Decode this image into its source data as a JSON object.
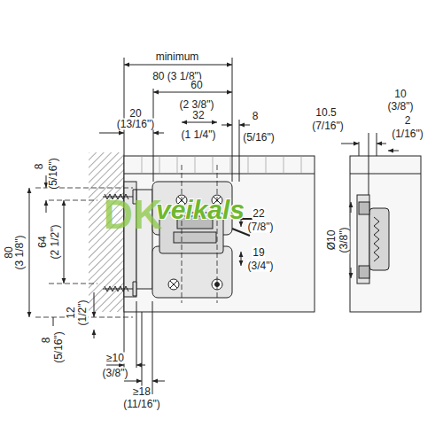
{
  "diagram": {
    "labels": [
      "minimum",
      "80 (3 1/8\")",
      "60",
      "(2 3/8\")",
      "32",
      "(1 1/4\")",
      "8",
      "(5/16\")",
      "20",
      "(13/16\")",
      "10.5",
      "(7/16\")",
      "10",
      "(3/8\")",
      "2",
      "(1/16\")",
      "8",
      "(5/16\")",
      "80",
      "(3 1/8\")",
      "64",
      "(2 1/2\")",
      "22",
      "(7/8\")",
      "19",
      "(3/4\")",
      "Ø10",
      "(3/8\")",
      "12",
      "(1/2\")",
      "8",
      "(5/16\")",
      "≥10",
      "(3/8\")",
      "≥18",
      "(11/16\")",
      "DK",
      "veikals"
    ]
  }
}
